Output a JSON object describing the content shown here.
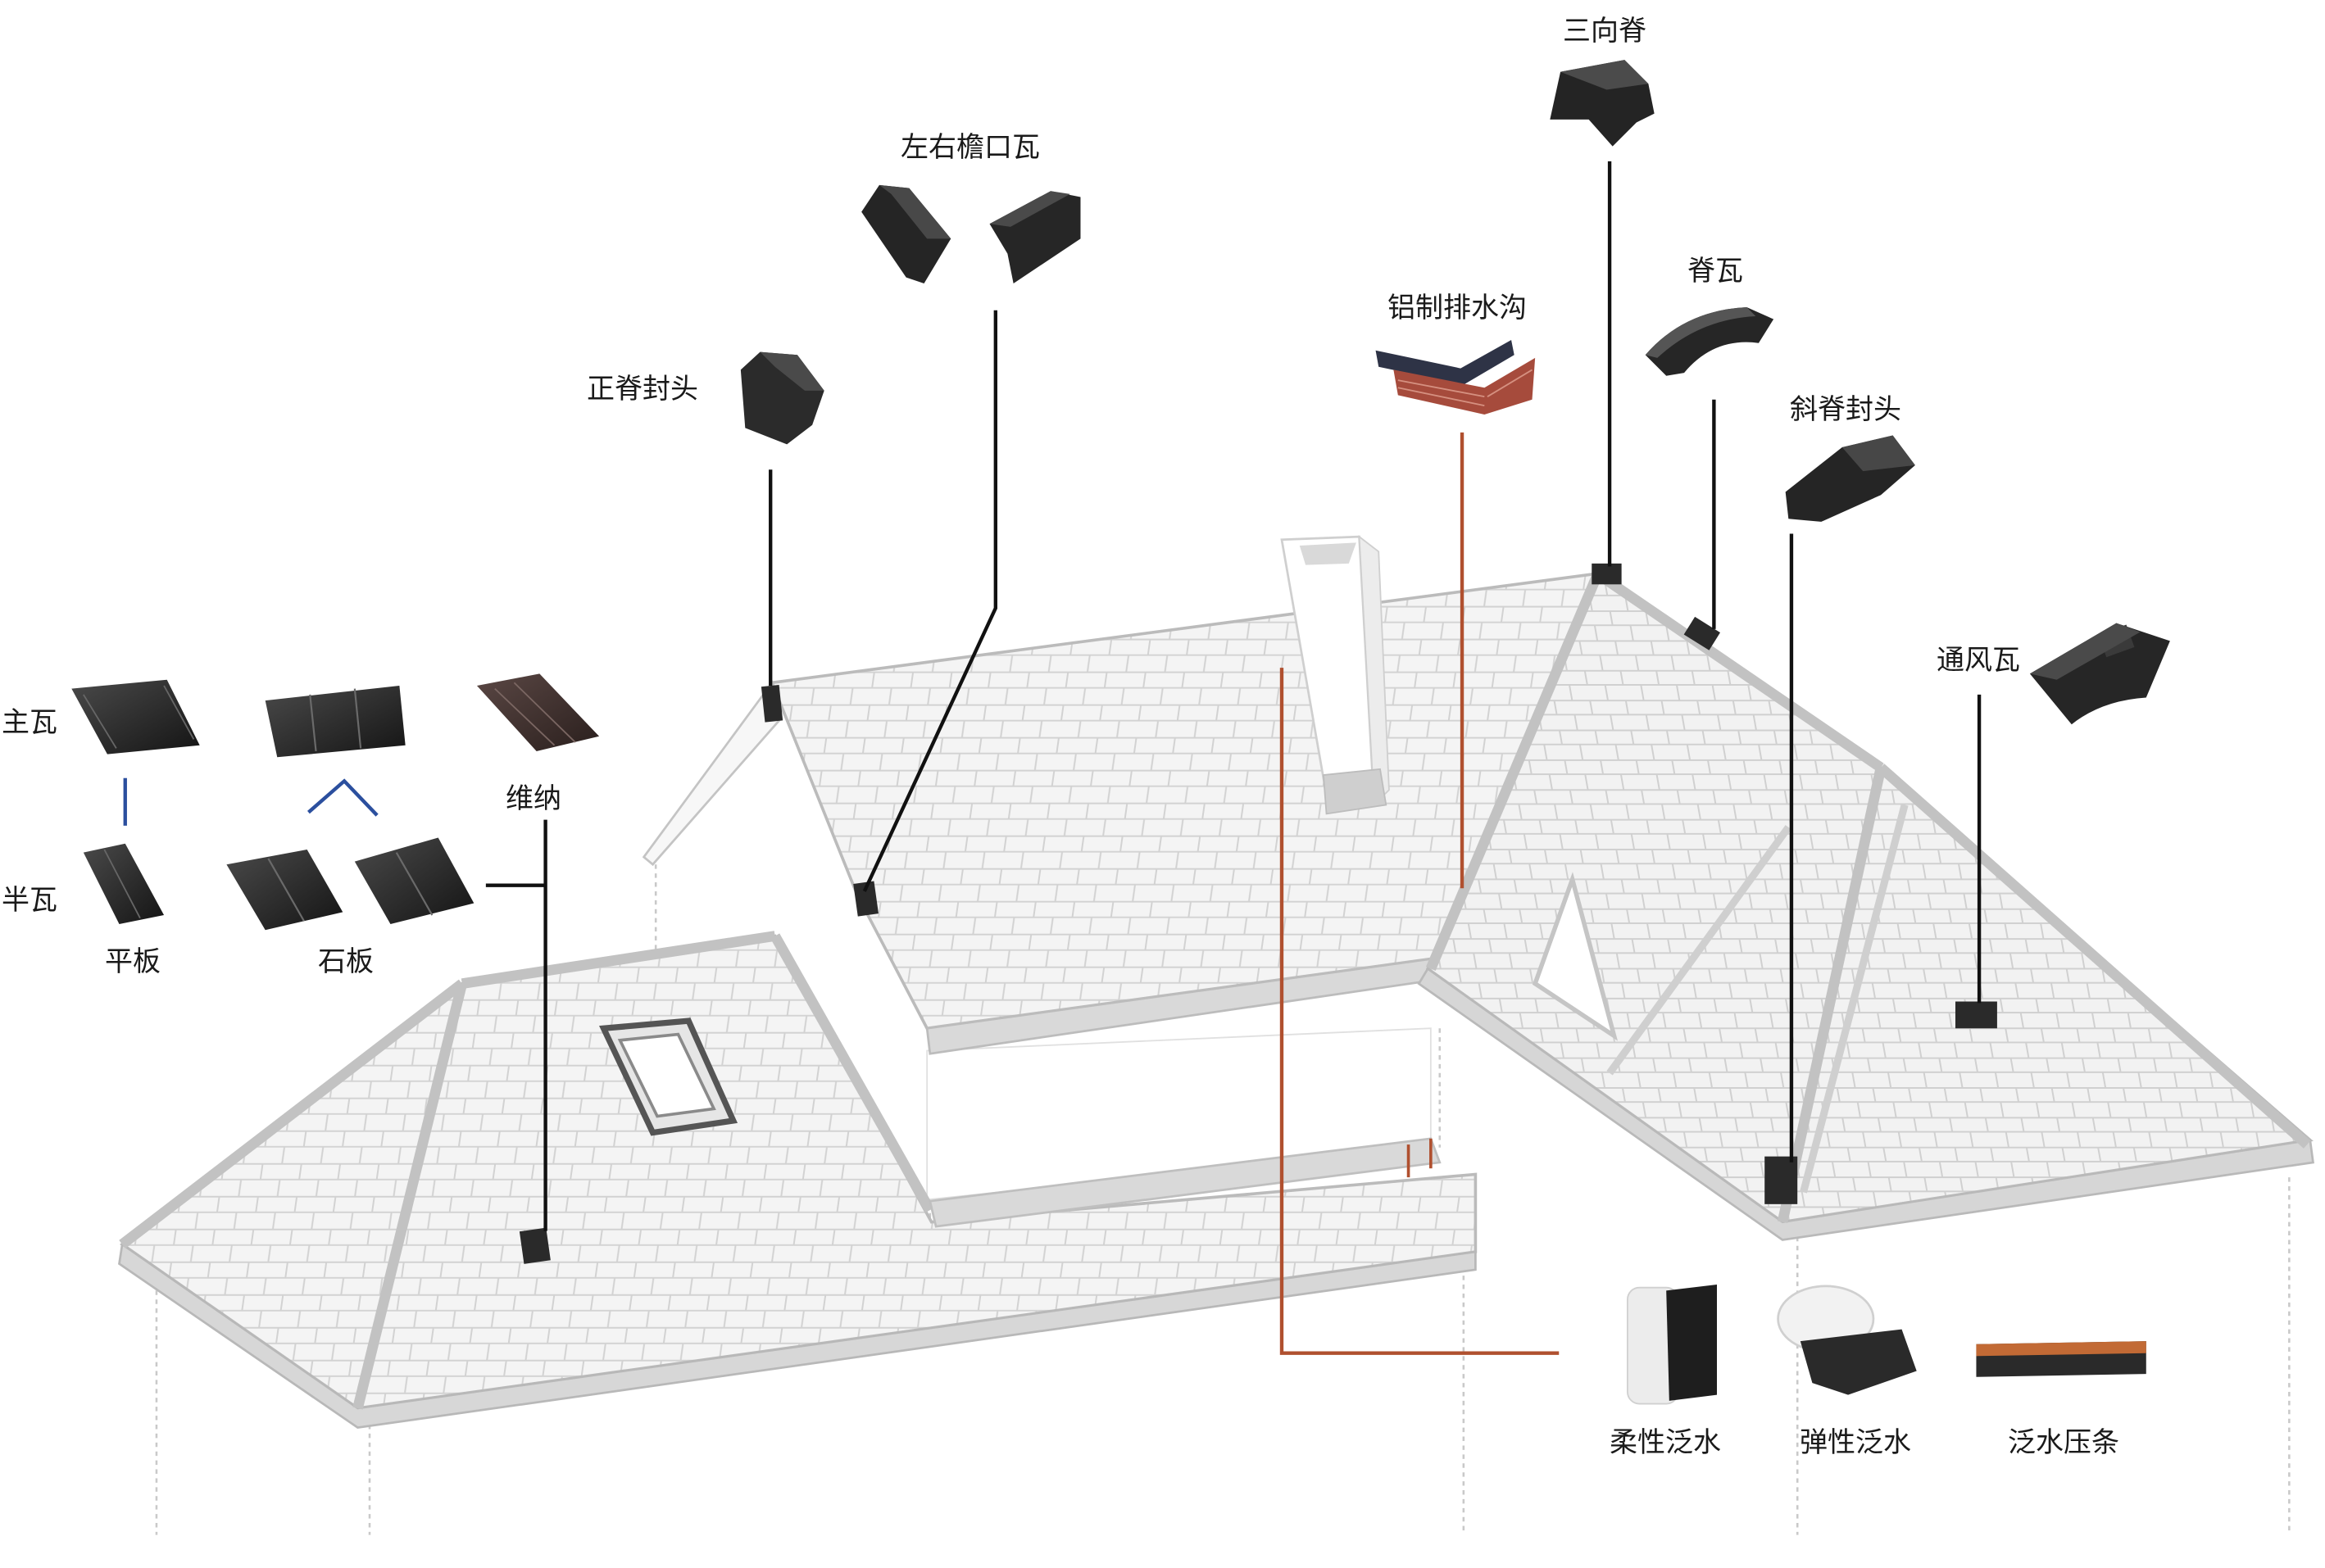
{
  "labels": {
    "zhu_wa": "主瓦",
    "ban_wa": "半瓦",
    "ping_ban": "平板",
    "shi_ban": "石板",
    "wei_na": "维纳",
    "zheng_ji_feng_tou": "正脊封头",
    "zuo_you_yan_kou_wa": "左右檐口瓦",
    "lv_zhi_pai_shui_gou": "铝制排水沟",
    "san_xiang_ji": "三向脊",
    "ji_wa": "脊瓦",
    "xie_ji_feng_tou": "斜脊封头",
    "tong_feng_wa": "通风瓦",
    "rou_xing_fan_shui": "柔性泛水",
    "tan_xing_fan_shui": "弹性泛水",
    "fan_shui_ya_tiao": "泛水压条"
  },
  "colors": {
    "roof_fill": "#f3f3f3",
    "tile_line": "#d4d4d4",
    "edge_gray": "#bdbdbd",
    "product_dark": "#222222",
    "callout_black": "#111111",
    "callout_red": "#b0502f",
    "callout_blue": "#2b4f9e",
    "gutter_red": "#a64b3c",
    "gutter_navy": "#2e3346",
    "strip_copper": "#c26a35"
  }
}
